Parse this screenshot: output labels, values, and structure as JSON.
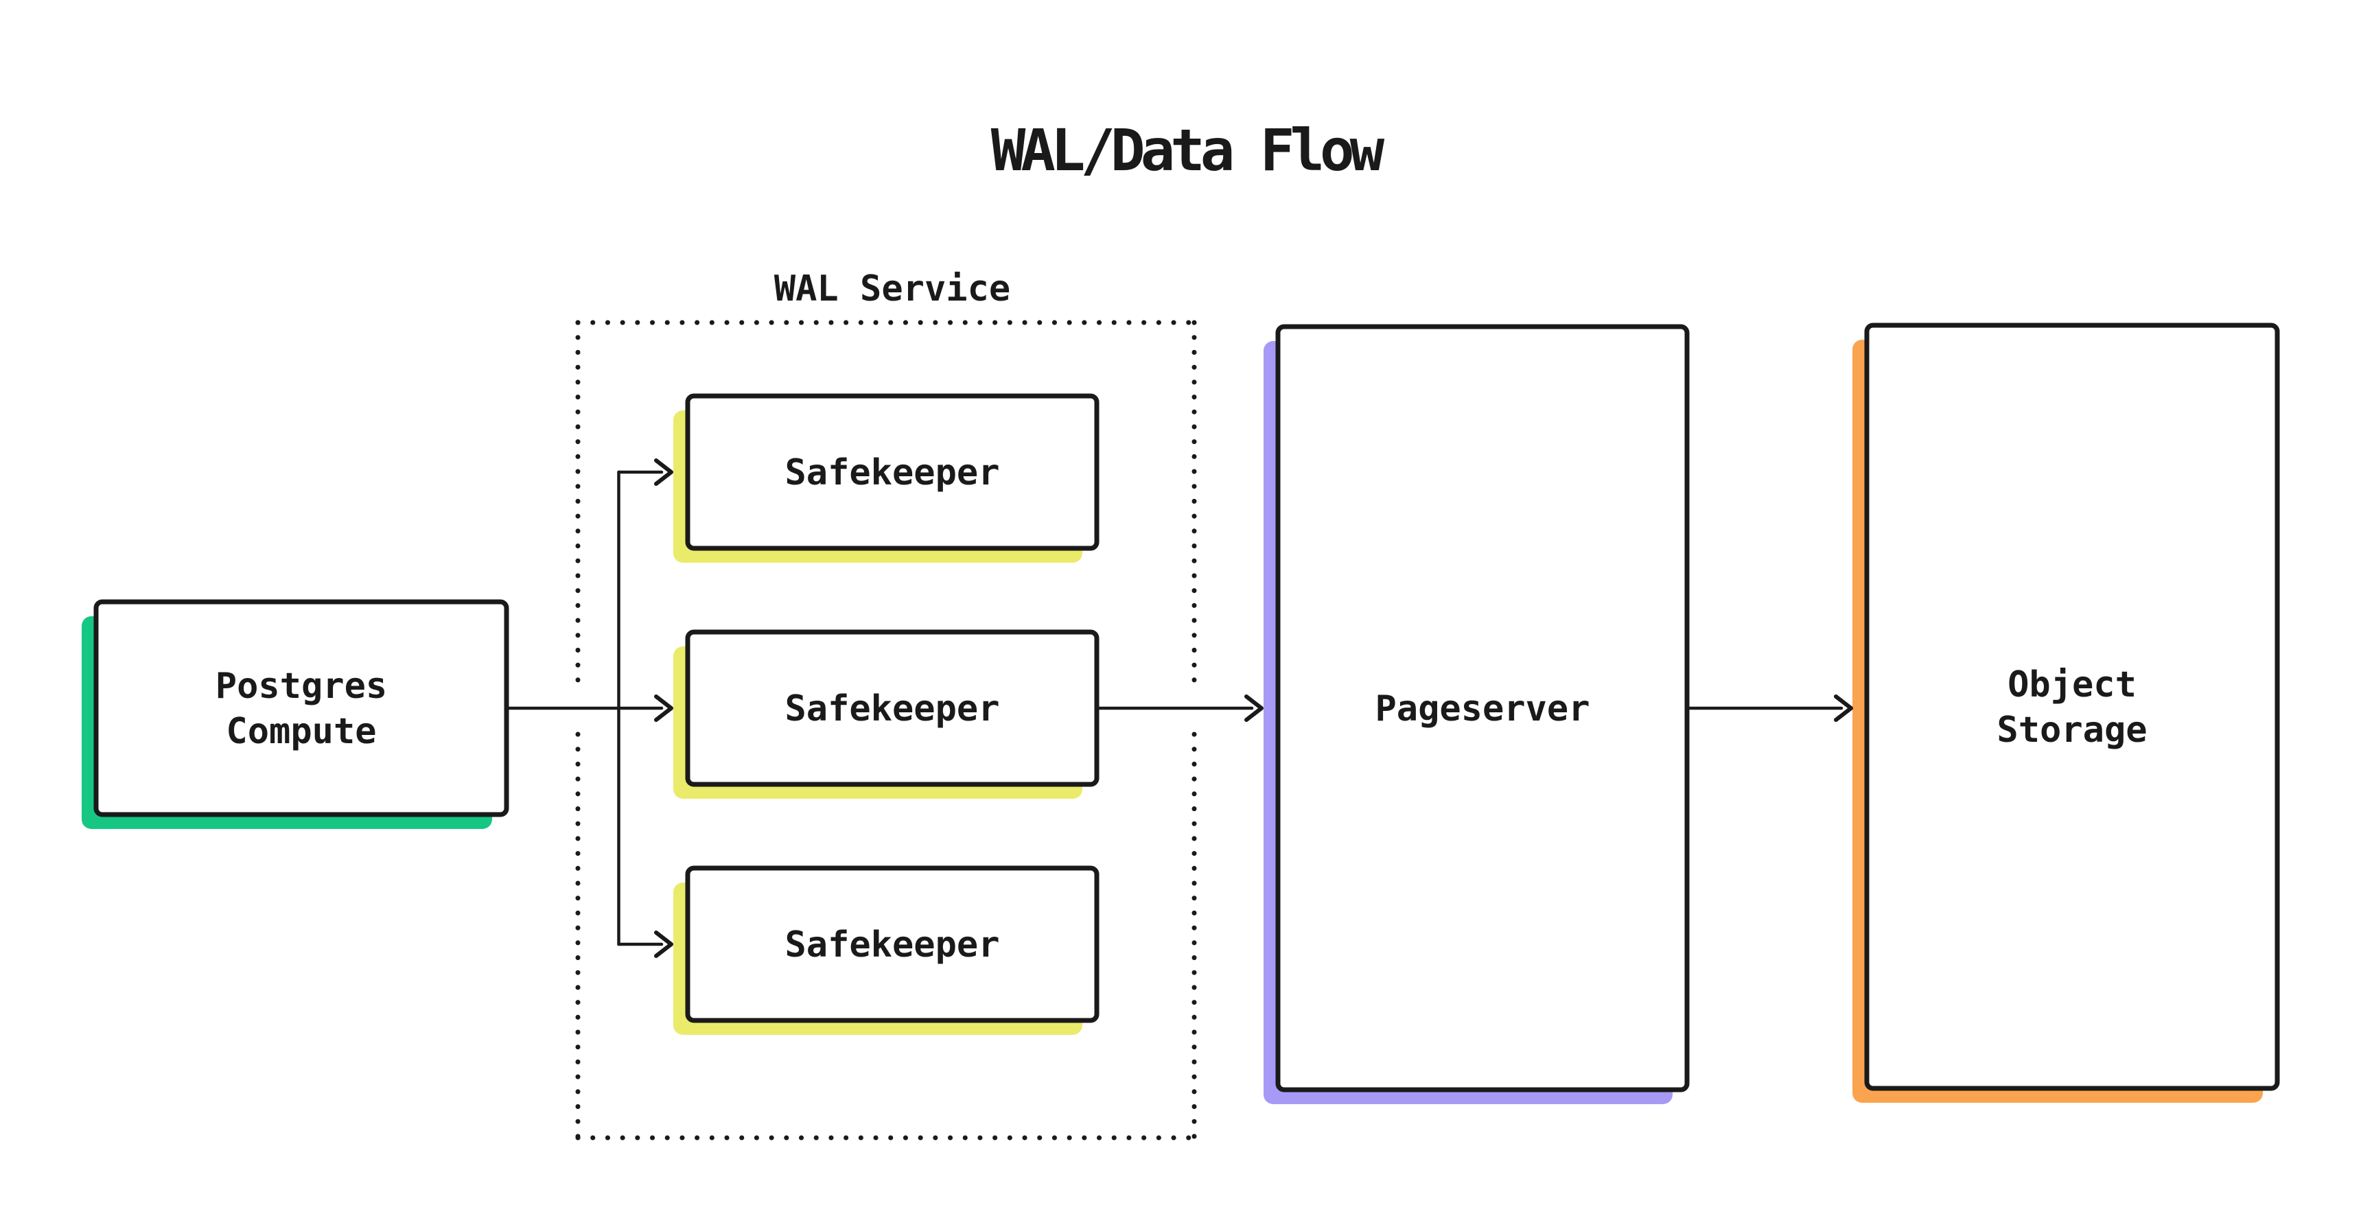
{
  "title": "WAL/Data Flow",
  "colors": {
    "green": "#16C784",
    "yellow": "#EBEB6B",
    "purple": "#A69AF6",
    "orange": "#FBA450",
    "ink": "#1A1A1A",
    "background": "#FFFFFF"
  },
  "container": {
    "label": "WAL Service",
    "border_style": "dotted"
  },
  "nodes": {
    "postgres": {
      "label": "Postgres Compute",
      "line1": "Postgres",
      "line2": "Compute",
      "shadow_color": "#16C784"
    },
    "safekeepers": [
      {
        "label": "Safekeeper",
        "shadow_color": "#EBEB6B"
      },
      {
        "label": "Safekeeper",
        "shadow_color": "#EBEB6B"
      },
      {
        "label": "Safekeeper",
        "shadow_color": "#EBEB6B"
      }
    ],
    "pageserver": {
      "label": "Pageserver",
      "shadow_color": "#A69AF6"
    },
    "object_storage": {
      "label": "Object Storage",
      "line1": "Object",
      "line2": "Storage",
      "shadow_color": "#FBA450"
    }
  },
  "edges": [
    {
      "from": "Postgres Compute",
      "to": "Safekeeper (top)"
    },
    {
      "from": "Postgres Compute",
      "to": "Safekeeper (middle)"
    },
    {
      "from": "Postgres Compute",
      "to": "Safekeeper (bottom)"
    },
    {
      "from": "Safekeeper (middle)",
      "to": "Pageserver"
    },
    {
      "from": "Pageserver",
      "to": "Object Storage"
    }
  ]
}
